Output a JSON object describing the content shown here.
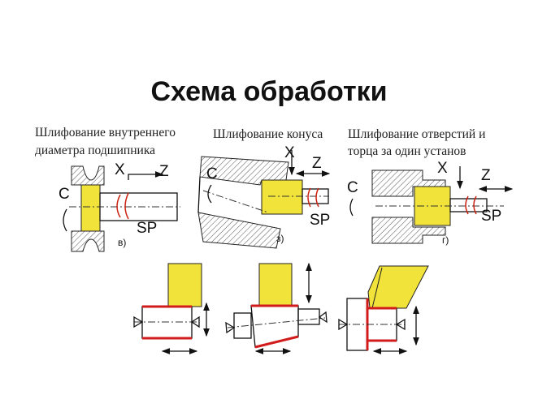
{
  "title": "Схема обработки",
  "diagrams": [
    {
      "caption_lines": [
        "Шлифование внутреннего",
        "диаметра подшипника"
      ],
      "x_label": "X",
      "z_label": "Z",
      "c_label": "C",
      "sp_label": "SP",
      "tag": "в)"
    },
    {
      "caption_lines": [
        "Шлифование конуса"
      ],
      "x_label": "X",
      "z_label": "Z",
      "c_label": "C",
      "sp_label": "SP",
      "tag": "з)"
    },
    {
      "caption_lines": [
        "Шлифование отверстий и",
        "торца за один установ"
      ],
      "x_label": "X",
      "z_label": "Z",
      "c_label": "C",
      "sp_label": "SP",
      "tag": "г)"
    }
  ],
  "colors": {
    "tool": "#f1e33a",
    "machined_surface": "#d21c1c"
  }
}
